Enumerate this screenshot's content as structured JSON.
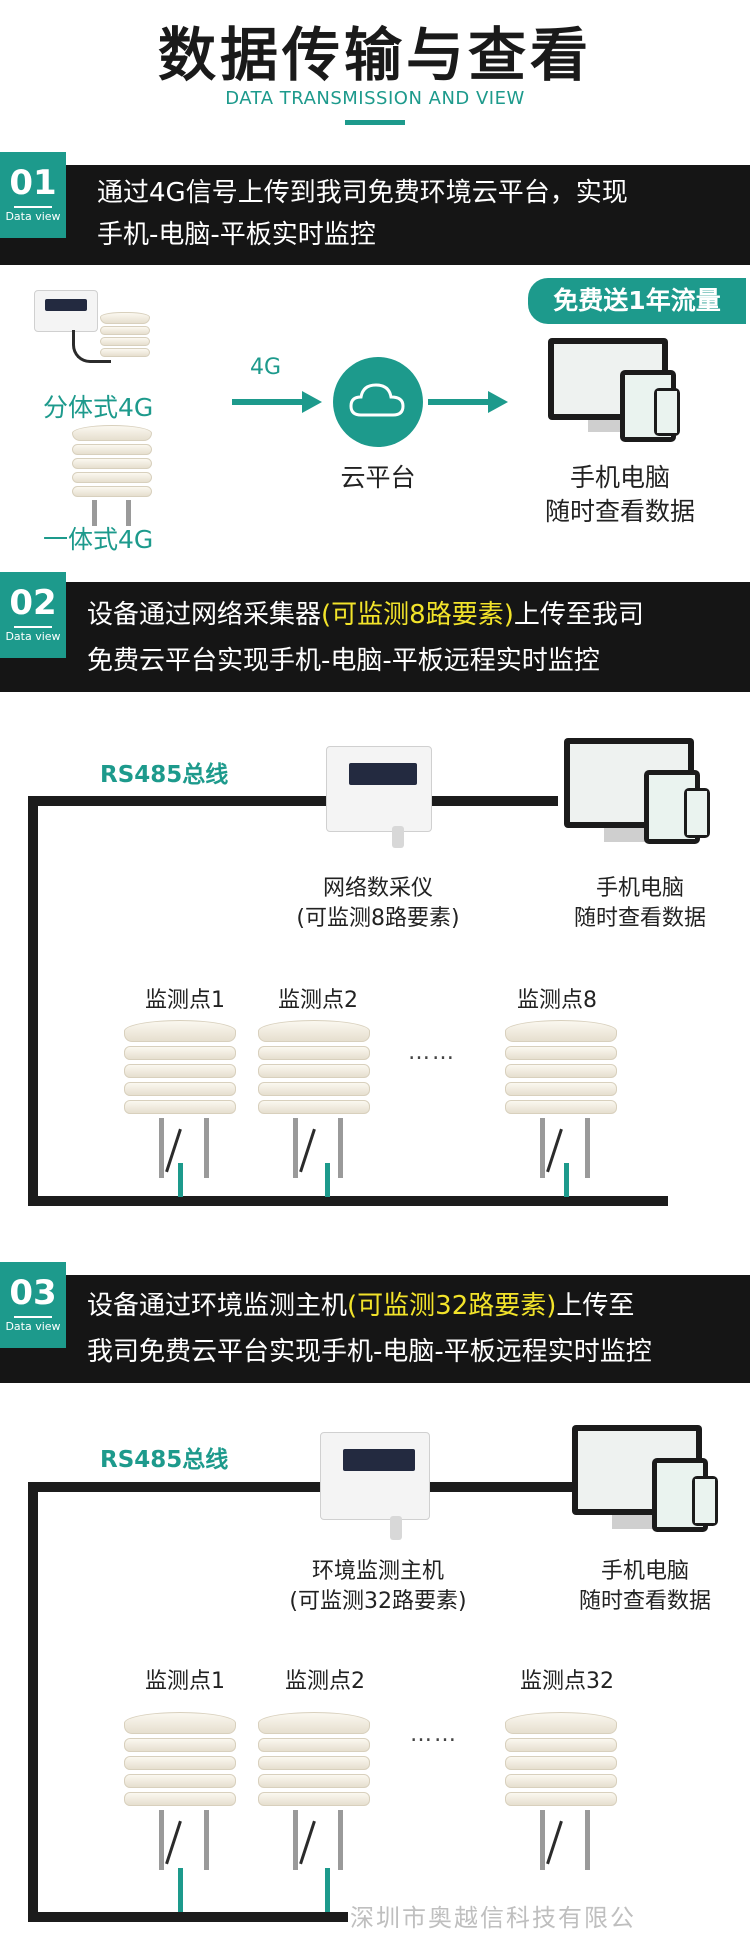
{
  "header": {
    "title": "数据传输与查看",
    "subtitle": "DATA TRANSMISSION AND VIEW"
  },
  "section1": {
    "num": "01",
    "badge_label": "Data view",
    "line1": "通过4G信号上传到我司免费环境云平台，实现",
    "line2": "手机-电脑-平板实时监控",
    "free_tag": "免费送1年流量",
    "split_label": "分体式4G",
    "integrated_label": "一体式4G",
    "arrow_label": "4G",
    "cloud_label": "云平台",
    "view_line1": "手机电脑",
    "view_line2": "随时查看数据"
  },
  "section2": {
    "num": "02",
    "badge_label": "Data view",
    "line1_pre": "设备通过网络采集器",
    "line1_hl": "(可监测8路要素)",
    "line1_post": "上传至我司",
    "line2": "免费云平台实现手机-电脑-平板远程实时监控",
    "bus_label": "RS485总线",
    "device_line1": "网络数采仪",
    "device_line2": "(可监测8路要素)",
    "view_line1": "手机电脑",
    "view_line2": "随时查看数据",
    "points": [
      "监测点1",
      "监测点2",
      "监测点8"
    ],
    "dots": "……"
  },
  "section3": {
    "num": "03",
    "badge_label": "Data view",
    "line1_pre": "设备通过环境监测主机",
    "line1_hl": "(可监测32路要素)",
    "line1_post": "上传至",
    "line2": "我司免费云平台实现手机-电脑-平板远程实时监控",
    "bus_label": "RS485总线",
    "device_line1": "环境监测主机",
    "device_line2": "(可监测32路要素)",
    "view_line1": "手机电脑",
    "view_line2": "随时查看数据",
    "points": [
      "监测点1",
      "监测点2",
      "监测点32"
    ],
    "dots": "……"
  },
  "watermark": "深圳市奥越信科技有限公",
  "colors": {
    "accent": "#1d9a8c",
    "band": "#151515",
    "highlight": "#f2e32a"
  }
}
